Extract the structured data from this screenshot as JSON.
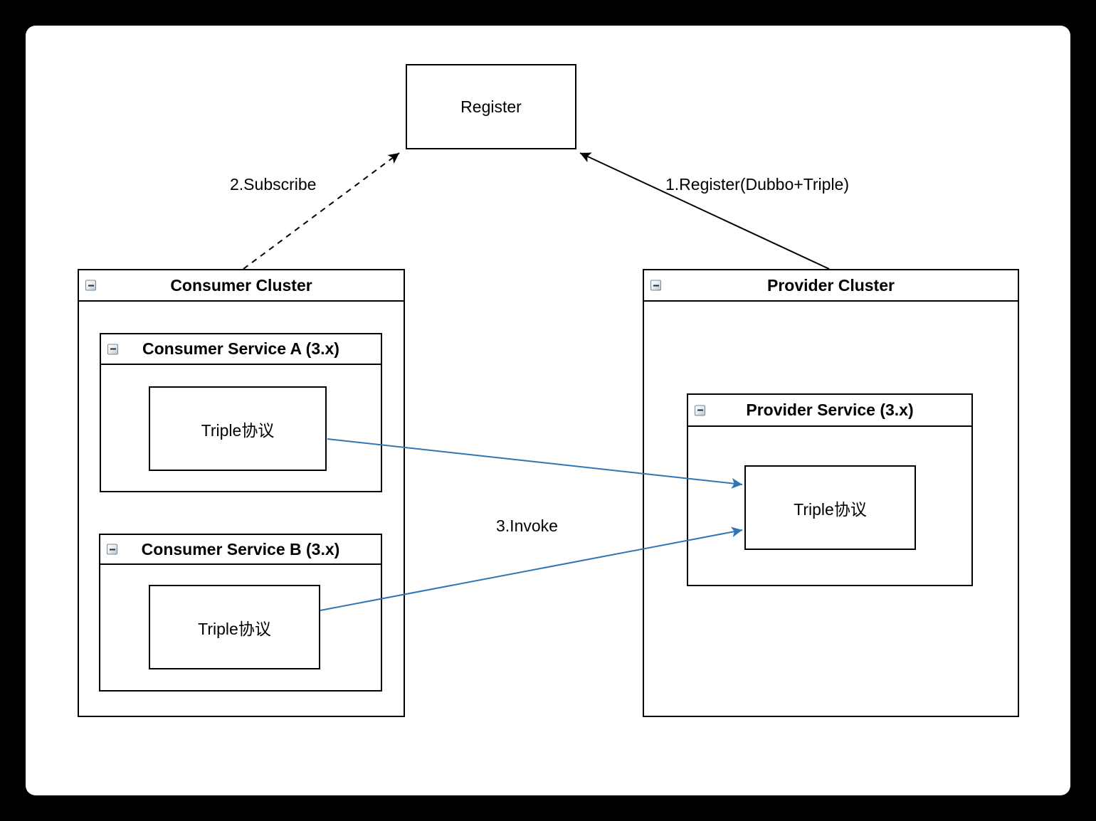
{
  "register_box": {
    "label": "Register"
  },
  "consumer_cluster": {
    "title": "Consumer Cluster",
    "services": [
      {
        "title": "Consumer Service A (3.x)",
        "protocol_label": "Triple协议"
      },
      {
        "title": "Consumer Service B (3.x)",
        "protocol_label": "Triple协议"
      }
    ]
  },
  "provider_cluster": {
    "title": "Provider Cluster",
    "service": {
      "title": "Provider Service (3.x)",
      "protocol_label": "Triple协议"
    }
  },
  "edges": {
    "register": {
      "label": "1.Register(Dubbo+Triple)"
    },
    "subscribe": {
      "label": "2.Subscribe"
    },
    "invoke": {
      "label": "3.Invoke"
    }
  },
  "colors": {
    "shape_stroke": "#000000",
    "shape_fill": "#ffffff",
    "invoke_stroke": "#2e75b5",
    "frame": "#000000"
  }
}
